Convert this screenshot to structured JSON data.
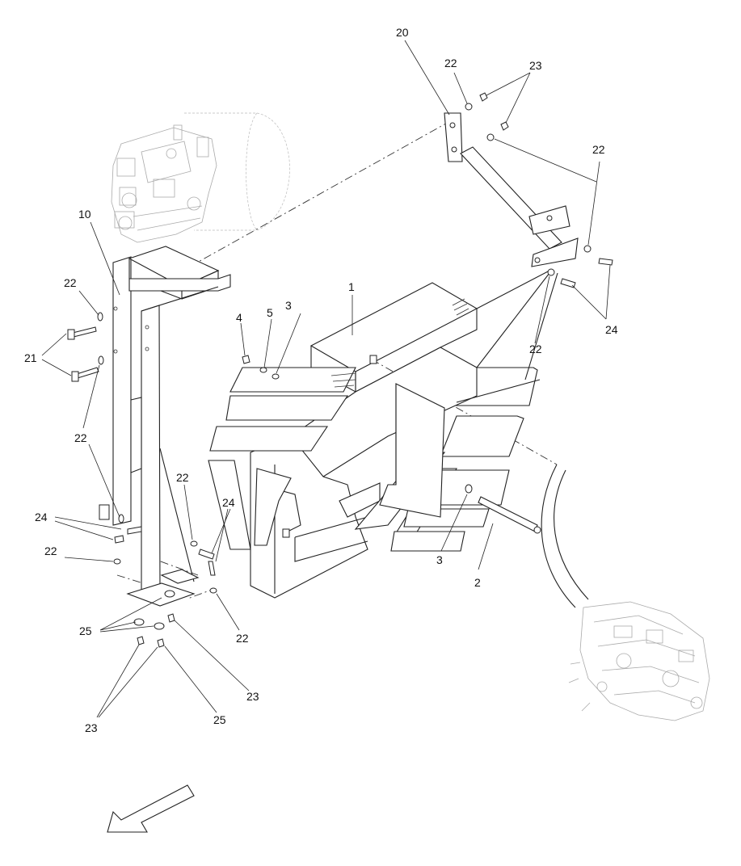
{
  "callouts": {
    "c1": "1",
    "c2": "2",
    "c3a": "3",
    "c3b": "3",
    "c4": "4",
    "c5": "5",
    "c10": "10",
    "c20": "20",
    "c21": "21",
    "c22a": "22",
    "c22b": "22",
    "c22c": "22",
    "c22d": "22",
    "c22e": "22",
    "c22f": "22",
    "c22g": "22",
    "c22h": "22",
    "c23a": "23",
    "c23b": "23",
    "c23c": "23",
    "c24a": "24",
    "c24b": "24",
    "c24c": "24",
    "c25a": "25",
    "c25b": "25"
  }
}
